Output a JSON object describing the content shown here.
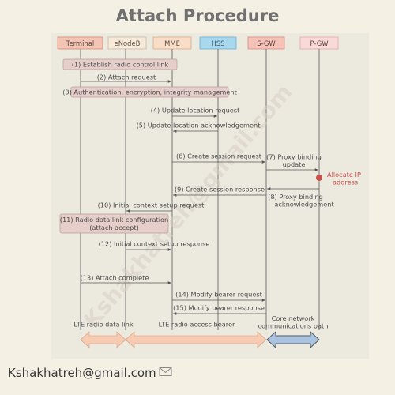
{
  "title": "Attach Procedure",
  "entities": [
    {
      "label": "Terminal",
      "fill": "#f4c4b4",
      "stroke": "#d98a72",
      "text": "#5a4a44"
    },
    {
      "label": "eNodeB",
      "fill": "#f7ead8",
      "stroke": "#c9b8a0",
      "text": "#5a5044"
    },
    {
      "label": "MME",
      "fill": "#f9ddc6",
      "stroke": "#d9ab88",
      "text": "#5a4a44"
    },
    {
      "label": "HSS",
      "fill": "#a8d8ee",
      "stroke": "#6cb0d4",
      "text": "#3a5a70"
    },
    {
      "label": "S-GW",
      "fill": "#f5c2b8",
      "stroke": "#d98a80",
      "text": "#5a4040"
    },
    {
      "label": "P-GW",
      "fill": "#f9dad8",
      "stroke": "#e0a8a8",
      "text": "#5a4040"
    }
  ],
  "steps": [
    {
      "text": "(1) Establish radio control link"
    },
    {
      "text": "(2) Attach request"
    },
    {
      "text": "(3) Authentication, encryption, integrity management"
    },
    {
      "text": "(4) Update location request"
    },
    {
      "text": "(5) Update location acknowledgement"
    },
    {
      "text": "(6) Create session request"
    },
    {
      "lines": [
        "(7) Proxy binding",
        "update"
      ]
    },
    {
      "lines": [
        "Allocate IP",
        "address"
      ]
    },
    {
      "text": "(9) Create session response"
    },
    {
      "lines": [
        "(8) Proxy binding",
        "acknowledgement"
      ]
    },
    {
      "text": "(10) Initial context setup request"
    },
    {
      "lines": [
        "(11) Radio data link configuration",
        "(attach accept)"
      ]
    },
    {
      "text": "(12) Initial context setup response"
    },
    {
      "text": "(13) Attach complete"
    },
    {
      "text": "(14) Modify bearer request"
    },
    {
      "text": "(15) Modify bearer response"
    }
  ],
  "bottom": {
    "radio_data_link": "LTE radio data link",
    "radio_access_bearer": "LTE radio access bearer",
    "core_network": [
      "Core network",
      "communications path"
    ]
  },
  "watermark": "Kshakhatreh@gmail.com",
  "footer_email": "Kshakhatreh@gmail.com",
  "colors": {
    "background": "#f4f0e4",
    "panel": "#ece9df",
    "note_box": "#e6cfcb",
    "allocate_ip": "#c8504a",
    "radio_bearer_arrow": "#f6cbb2",
    "core_arrow": "#a9c3e0",
    "lifeline": "#555555"
  }
}
